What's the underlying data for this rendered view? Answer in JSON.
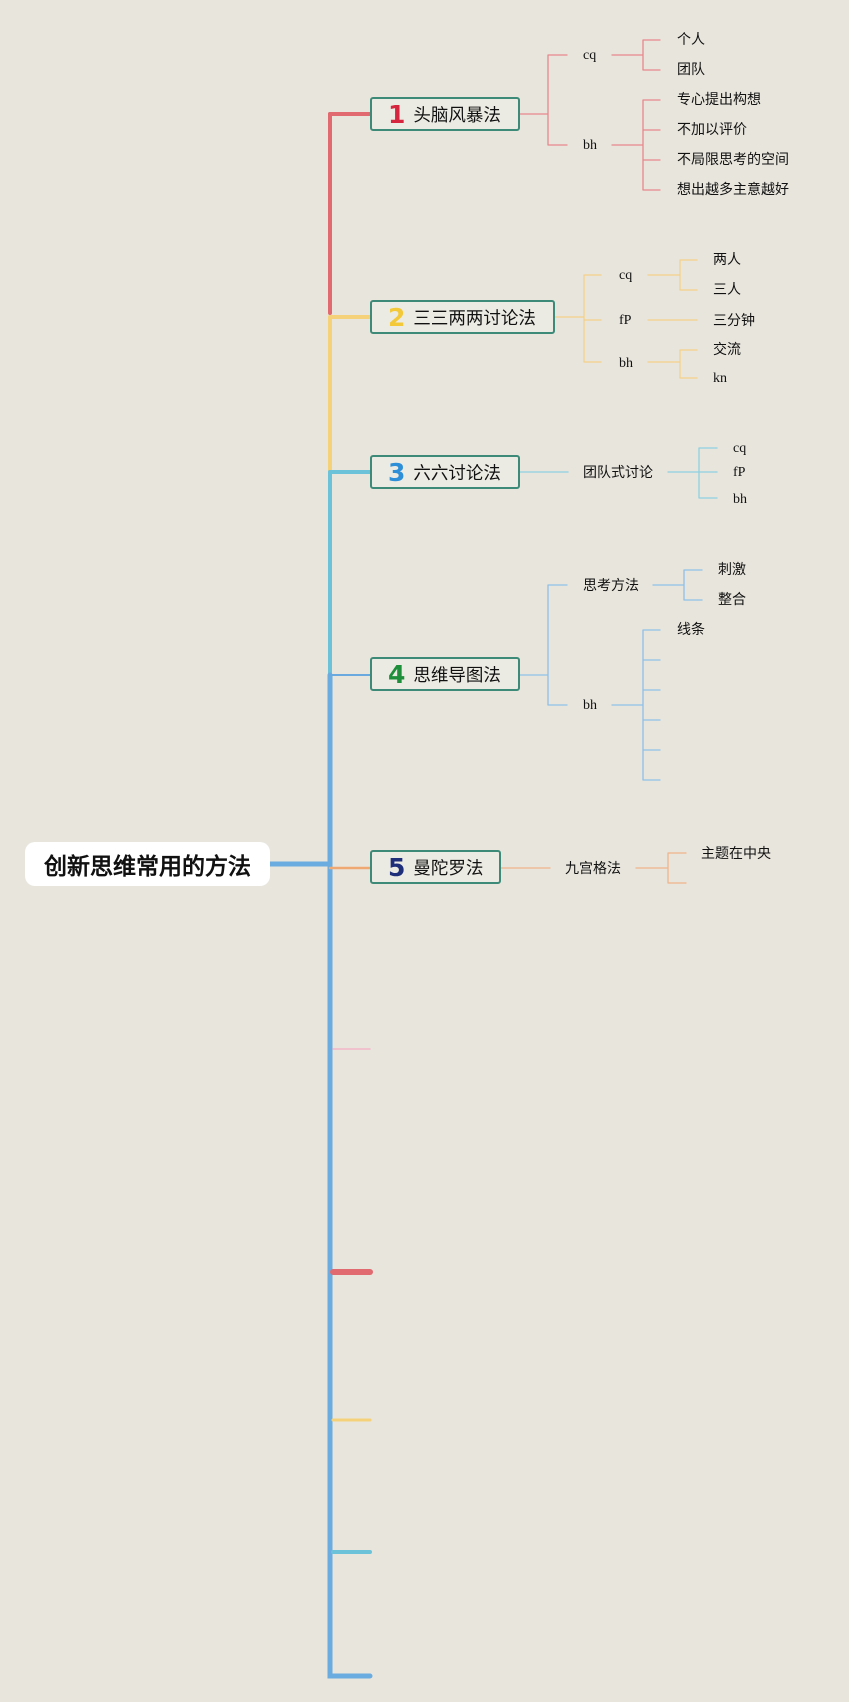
{
  "root": {
    "title": "创新思维常用的方法"
  },
  "topics": [
    {
      "number": "1",
      "label": "头脑风暴法",
      "color": "#e06a6f",
      "number_color": "#d6263f"
    },
    {
      "number": "2",
      "label": "三三两两讨论法",
      "color": "#f5d27a",
      "number_color": "#f3c93a"
    },
    {
      "number": "3",
      "label": "六六讨论法",
      "color": "#6cc3d9",
      "number_color": "#2d8fd8"
    },
    {
      "number": "4",
      "label": "思维导图法",
      "color": "#6aa9e0",
      "number_color": "#1d8f3a"
    },
    {
      "number": "5",
      "label": "曼陀罗法",
      "color": "#f0a872",
      "number_color": "#1f2f7a"
    }
  ],
  "nodes": {
    "t1_cq": "cq",
    "t1_cq_1": "个人",
    "t1_cq_2": "团队",
    "t1_bh": "bh",
    "t1_bh_1": "专心提出构想",
    "t1_bh_2": "不加以评价",
    "t1_bh_3": "不局限思考的空间",
    "t1_bh_4": "想出越多主意越好",
    "t2_cq": "cq",
    "t2_cq_1": "两人",
    "t2_cq_2": "三人",
    "t2_fp": "fP",
    "t2_fp_1": "三分钟",
    "t2_bh": "bh",
    "t2_bh_1": "交流",
    "t2_bh_2": "kn",
    "t3_team": "团队式讨论",
    "t3_1": "cq",
    "t3_2": "fP",
    "t3_3": "bh",
    "t4_think": "思考方法",
    "t4_think_1": "刺激",
    "t4_think_2": "整合",
    "t4_bh": "bh",
    "t4_bh_1": "线条",
    "t5_grid": "九宫格法",
    "t5_grid_1": "主题在中央"
  },
  "colors": {
    "trunk": "#6aace0",
    "pink": "#f3b6c9",
    "red": "#e06a6f",
    "yellow": "#f5d27a",
    "teal": "#6cc3d9",
    "blue": "#6aa9e0",
    "orange": "#f0a872"
  }
}
